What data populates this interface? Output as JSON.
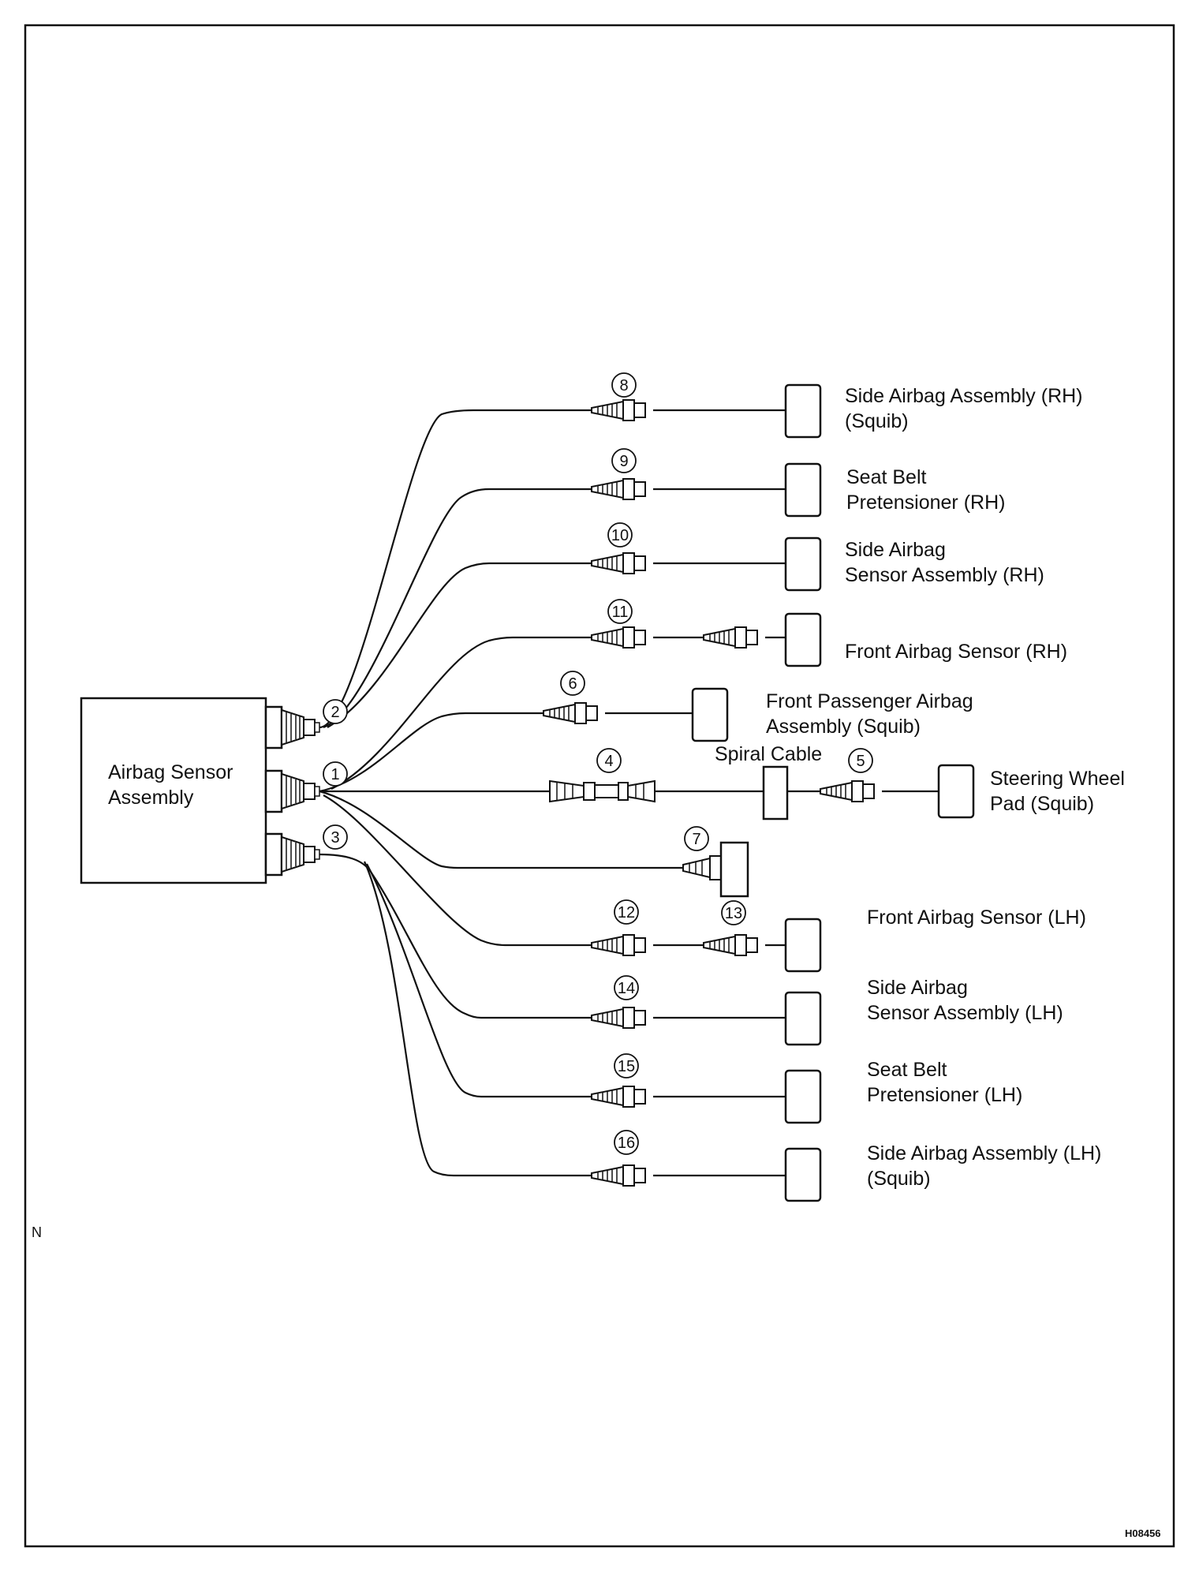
{
  "ecu": {
    "label_line1": "Airbag Sensor",
    "label_line2": "Assembly"
  },
  "callouts": {
    "c1": "1",
    "c2": "2",
    "c3": "3",
    "c4": "4",
    "c5": "5",
    "c6": "6",
    "c7": "7",
    "c8": "8",
    "c9": "9",
    "c10": "10",
    "c11": "11",
    "c12": "12",
    "c13": "13",
    "c14": "14",
    "c15": "15",
    "c16": "16"
  },
  "components": {
    "side_airbag_rh": {
      "line1": "Side Airbag Assembly (RH)",
      "line2": "(Squib)"
    },
    "seat_belt_rh": {
      "line1": "Seat Belt",
      "line2": "Pretensioner (RH)"
    },
    "side_sensor_rh": {
      "line1": "Side Airbag",
      "line2": "Sensor Assembly (RH)"
    },
    "front_sensor_rh": {
      "line1": "Front Airbag Sensor (RH)"
    },
    "front_passenger": {
      "line1": "Front Passenger Airbag",
      "line2": "Assembly (Squib)"
    },
    "spiral_cable": {
      "line1": "Spiral Cable"
    },
    "steering_pad": {
      "line1": "Steering Wheel",
      "line2": "Pad (Squib)"
    },
    "front_sensor_lh": {
      "line1": "Front Airbag Sensor (LH)"
    },
    "side_sensor_lh": {
      "line1": "Side Airbag",
      "line2": "Sensor Assembly (LH)"
    },
    "seat_belt_lh": {
      "line1": "Seat Belt",
      "line2": "Pretensioner (LH)"
    },
    "side_airbag_lh": {
      "line1": "Side Airbag Assembly (LH)",
      "line2": "(Squib)"
    }
  },
  "margin_mark": "N",
  "figure_code": "H08456"
}
